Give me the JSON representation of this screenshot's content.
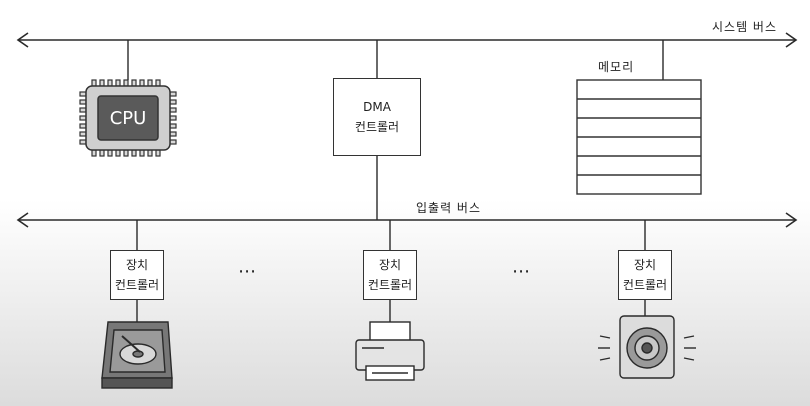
{
  "system_bus": {
    "label": "시스템 버스"
  },
  "io_bus": {
    "label": "입출력 버스"
  },
  "cpu": {
    "label": "CPU",
    "icon": "cpu-chip-icon"
  },
  "dma": {
    "line1": "DMA",
    "line2": "컨트롤러"
  },
  "memory": {
    "label": "메모리"
  },
  "devices": [
    {
      "line1": "장치",
      "line2": "컨트롤러",
      "icon": "hard-disk-icon"
    },
    {
      "line1": "장치",
      "line2": "컨트롤러",
      "icon": "printer-icon"
    },
    {
      "line1": "장치",
      "line2": "컨트롤러",
      "icon": "speaker-icon"
    }
  ],
  "ellipsis": "⋯"
}
